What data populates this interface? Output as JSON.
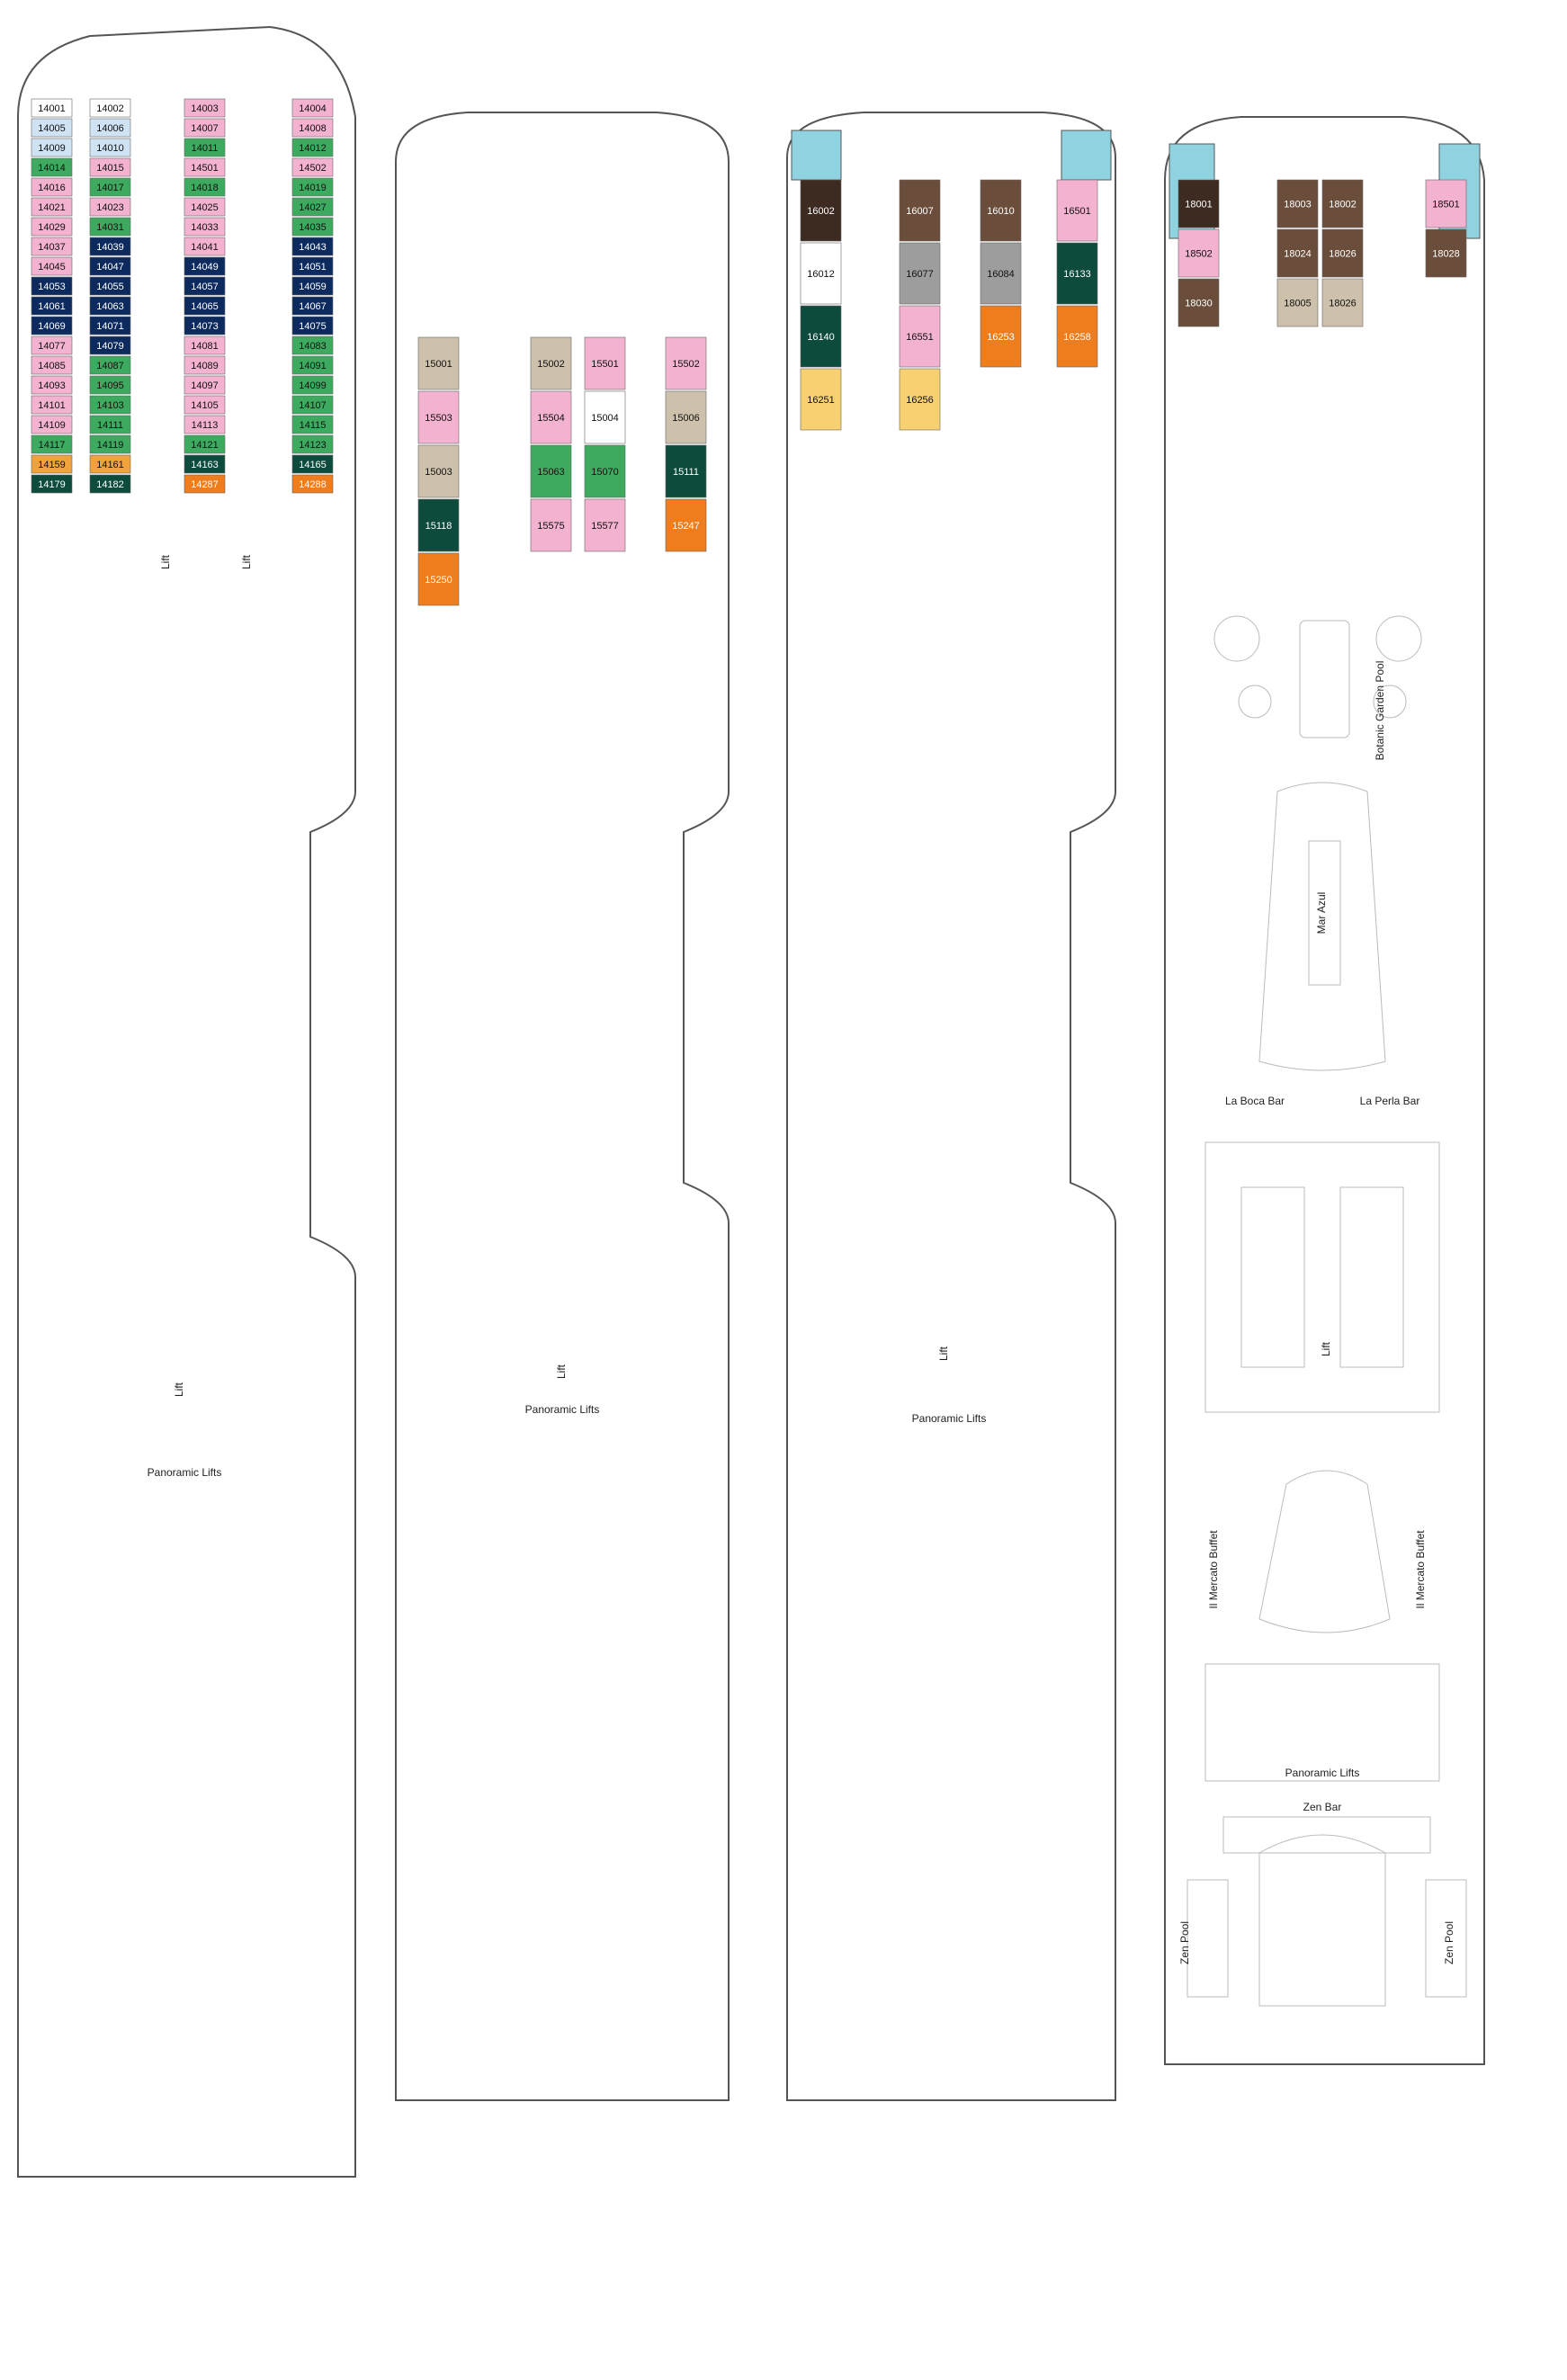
{
  "colors": {
    "green": "#3daa5f",
    "light_green": "#a9d69a",
    "dark_green": "#0d4b3c",
    "navy": "#0c2a5e",
    "orange": "#f0a23c",
    "deep_orange": "#ee7d1e",
    "pink": "#f3b2cf",
    "beige": "#cdc1ab",
    "brown": "#6b4d3c",
    "dark_brown": "#3d2a20",
    "grey": "#9d9d9d",
    "light_blue": "#cfe3f4",
    "teal": "#6cc4d6",
    "yellow": "#f6d071"
  },
  "deck14": {
    "lift": "Lift",
    "panoramic_lifts": "Panoramic Lifts",
    "cabins": [
      {
        "n": "14001",
        "c": "white"
      },
      {
        "n": "14002",
        "c": "white"
      },
      {
        "n": "14003",
        "c": "pink"
      },
      {
        "n": "14004",
        "c": "pink"
      },
      {
        "n": "14005",
        "c": "light_blue"
      },
      {
        "n": "14006",
        "c": "light_blue"
      },
      {
        "n": "14007",
        "c": "pink"
      },
      {
        "n": "14008",
        "c": "pink"
      },
      {
        "n": "14009",
        "c": "light_blue"
      },
      {
        "n": "14010",
        "c": "light_blue"
      },
      {
        "n": "14011",
        "c": "green"
      },
      {
        "n": "14012",
        "c": "green"
      },
      {
        "n": "14014",
        "c": "green"
      },
      {
        "n": "14015",
        "c": "pink"
      },
      {
        "n": "14501",
        "c": "pink"
      },
      {
        "n": "14502",
        "c": "pink"
      },
      {
        "n": "14016",
        "c": "pink"
      },
      {
        "n": "14017",
        "c": "green"
      },
      {
        "n": "14018",
        "c": "green"
      },
      {
        "n": "14019",
        "c": "green"
      },
      {
        "n": "14021",
        "c": "pink"
      },
      {
        "n": "14023",
        "c": "pink"
      },
      {
        "n": "14025",
        "c": "pink"
      },
      {
        "n": "14027",
        "c": "green"
      },
      {
        "n": "14029",
        "c": "pink"
      },
      {
        "n": "14031",
        "c": "green"
      },
      {
        "n": "14033",
        "c": "pink"
      },
      {
        "n": "14035",
        "c": "green"
      },
      {
        "n": "14037",
        "c": "pink"
      },
      {
        "n": "14039",
        "c": "navy"
      },
      {
        "n": "14041",
        "c": "pink"
      },
      {
        "n": "14043",
        "c": "navy"
      },
      {
        "n": "14045",
        "c": "pink"
      },
      {
        "n": "14047",
        "c": "navy"
      },
      {
        "n": "14049",
        "c": "navy"
      },
      {
        "n": "14051",
        "c": "navy"
      },
      {
        "n": "14053",
        "c": "navy"
      },
      {
        "n": "14055",
        "c": "navy"
      },
      {
        "n": "14057",
        "c": "navy"
      },
      {
        "n": "14059",
        "c": "navy"
      },
      {
        "n": "14061",
        "c": "navy"
      },
      {
        "n": "14063",
        "c": "navy"
      },
      {
        "n": "14065",
        "c": "navy"
      },
      {
        "n": "14067",
        "c": "navy"
      },
      {
        "n": "14069",
        "c": "navy"
      },
      {
        "n": "14071",
        "c": "navy"
      },
      {
        "n": "14073",
        "c": "navy"
      },
      {
        "n": "14075",
        "c": "navy"
      },
      {
        "n": "14077",
        "c": "pink"
      },
      {
        "n": "14079",
        "c": "navy"
      },
      {
        "n": "14081",
        "c": "pink"
      },
      {
        "n": "14083",
        "c": "green"
      },
      {
        "n": "14085",
        "c": "pink"
      },
      {
        "n": "14087",
        "c": "green"
      },
      {
        "n": "14089",
        "c": "pink"
      },
      {
        "n": "14091",
        "c": "green"
      },
      {
        "n": "14093",
        "c": "pink"
      },
      {
        "n": "14095",
        "c": "green"
      },
      {
        "n": "14097",
        "c": "pink"
      },
      {
        "n": "14099",
        "c": "green"
      },
      {
        "n": "14101",
        "c": "pink"
      },
      {
        "n": "14103",
        "c": "green"
      },
      {
        "n": "14105",
        "c": "pink"
      },
      {
        "n": "14107",
        "c": "green"
      },
      {
        "n": "14109",
        "c": "pink"
      },
      {
        "n": "14111",
        "c": "green"
      },
      {
        "n": "14113",
        "c": "pink"
      },
      {
        "n": "14115",
        "c": "green"
      },
      {
        "n": "14117",
        "c": "green"
      },
      {
        "n": "14119",
        "c": "green"
      },
      {
        "n": "14121",
        "c": "green"
      },
      {
        "n": "14123",
        "c": "green"
      },
      {
        "n": "14159",
        "c": "orange"
      },
      {
        "n": "14161",
        "c": "orange"
      },
      {
        "n": "14163",
        "c": "dark_green"
      },
      {
        "n": "14165",
        "c": "dark_green"
      },
      {
        "n": "14179",
        "c": "dark_green"
      },
      {
        "n": "14182",
        "c": "dark_green"
      },
      {
        "n": "14287",
        "c": "deep_orange"
      },
      {
        "n": "14288",
        "c": "deep_orange"
      }
    ]
  },
  "deck15": {
    "lift": "Lift",
    "panoramic_lifts": "Panoramic Lifts",
    "cabins": [
      {
        "n": "15001",
        "c": "beige"
      },
      {
        "n": "15002",
        "c": "beige"
      },
      {
        "n": "15501",
        "c": "pink"
      },
      {
        "n": "15502",
        "c": "pink"
      },
      {
        "n": "15503",
        "c": "pink"
      },
      {
        "n": "15504",
        "c": "pink"
      },
      {
        "n": "15004",
        "c": "white"
      },
      {
        "n": "15006",
        "c": "beige"
      },
      {
        "n": "15003",
        "c": "beige"
      },
      {
        "n": "15063",
        "c": "green"
      },
      {
        "n": "15070",
        "c": "green"
      },
      {
        "n": "15111",
        "c": "dark_green"
      },
      {
        "n": "15118",
        "c": "dark_green"
      },
      {
        "n": "15575",
        "c": "pink"
      },
      {
        "n": "15577",
        "c": "pink"
      },
      {
        "n": "15247",
        "c": "deep_orange"
      },
      {
        "n": "15250",
        "c": "deep_orange"
      }
    ]
  },
  "deck16": {
    "lift": "Lift",
    "panoramic_lifts": "Panoramic Lifts",
    "cabins": [
      {
        "n": "16002",
        "c": "dark_brown"
      },
      {
        "n": "16007",
        "c": "brown"
      },
      {
        "n": "16010",
        "c": "brown"
      },
      {
        "n": "16501",
        "c": "pink"
      },
      {
        "n": "16012",
        "c": "white"
      },
      {
        "n": "16077",
        "c": "grey"
      },
      {
        "n": "16084",
        "c": "grey"
      },
      {
        "n": "16133",
        "c": "dark_green"
      },
      {
        "n": "16140",
        "c": "dark_green"
      },
      {
        "n": "16551",
        "c": "pink"
      },
      {
        "n": "16253",
        "c": "deep_orange"
      },
      {
        "n": "16258",
        "c": "deep_orange"
      },
      {
        "n": "16251",
        "c": "yellow"
      },
      {
        "n": "16256",
        "c": "yellow"
      }
    ]
  },
  "deck18": {
    "lift": "Lift",
    "venues": [
      "Botanic Garden Pool",
      "Mar Azul",
      "La Boca Bar",
      "La Perla Bar",
      "Il Mercato Buffet",
      "Il Mercato Buffet",
      "Panoramic Lifts",
      "Zen Bar",
      "Zen Pool",
      "Zen Pool"
    ],
    "cabins": [
      {
        "n": "18001",
        "c": "dark_brown"
      },
      {
        "n": "18003",
        "c": "brown"
      },
      {
        "n": "18002",
        "c": "brown"
      },
      {
        "n": "18501",
        "c": "pink"
      },
      {
        "n": "18502",
        "c": "pink"
      },
      {
        "n": "18024",
        "c": "brown"
      },
      {
        "n": "18026",
        "c": "brown"
      },
      {
        "n": "18028",
        "c": "brown"
      },
      {
        "n": "18030",
        "c": "brown"
      },
      {
        "n": "18005",
        "c": "beige"
      },
      {
        "n": "18026b",
        "c": "beige"
      }
    ]
  }
}
